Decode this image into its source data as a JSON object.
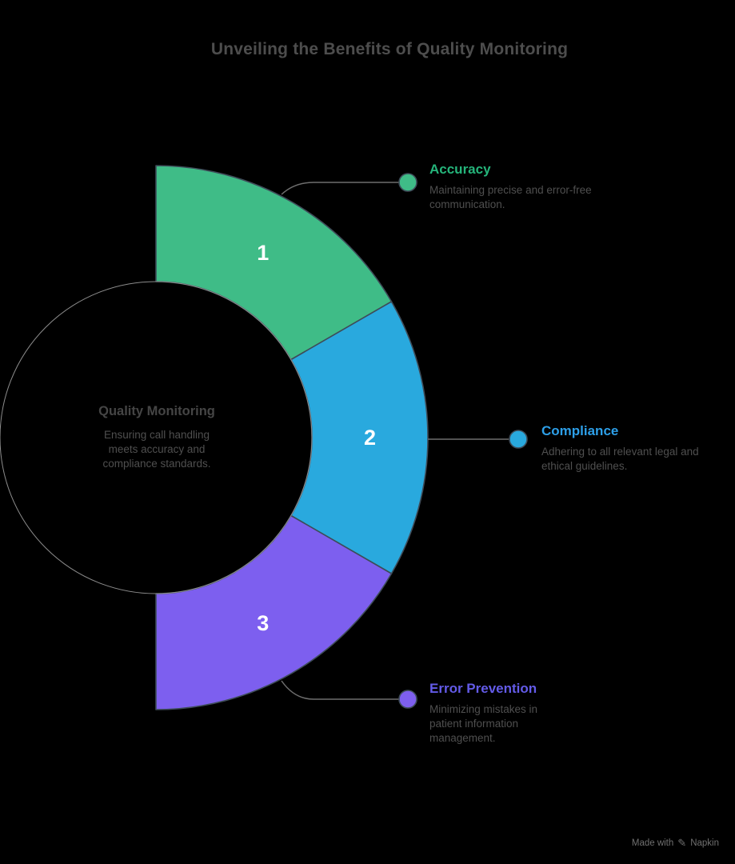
{
  "page": {
    "title": "Unveiling the Benefits of Quality Monitoring",
    "background_color": "#000000"
  },
  "center": {
    "title": "Quality Monitoring",
    "description": "Ensuring call handling meets accuracy and compliance standards."
  },
  "segments": [
    {
      "number": "1",
      "label": "Accuracy",
      "description": "Maintaining precise and error-free communication.",
      "fill": "#3FBC87",
      "label_color": "#25B57B"
    },
    {
      "number": "2",
      "label": "Compliance",
      "description": "Adhering to all relevant legal and ethical guidelines.",
      "fill": "#29A9DE",
      "label_color": "#2D9FE8"
    },
    {
      "number": "3",
      "label": "Error Prevention",
      "description": "Minimizing mistakes in patient information management.",
      "fill": "#7D5FEF",
      "label_color": "#635BE8"
    }
  ],
  "footer": {
    "made_with": "Made with",
    "logo_glyph": "✎",
    "brand": "Napkin"
  }
}
